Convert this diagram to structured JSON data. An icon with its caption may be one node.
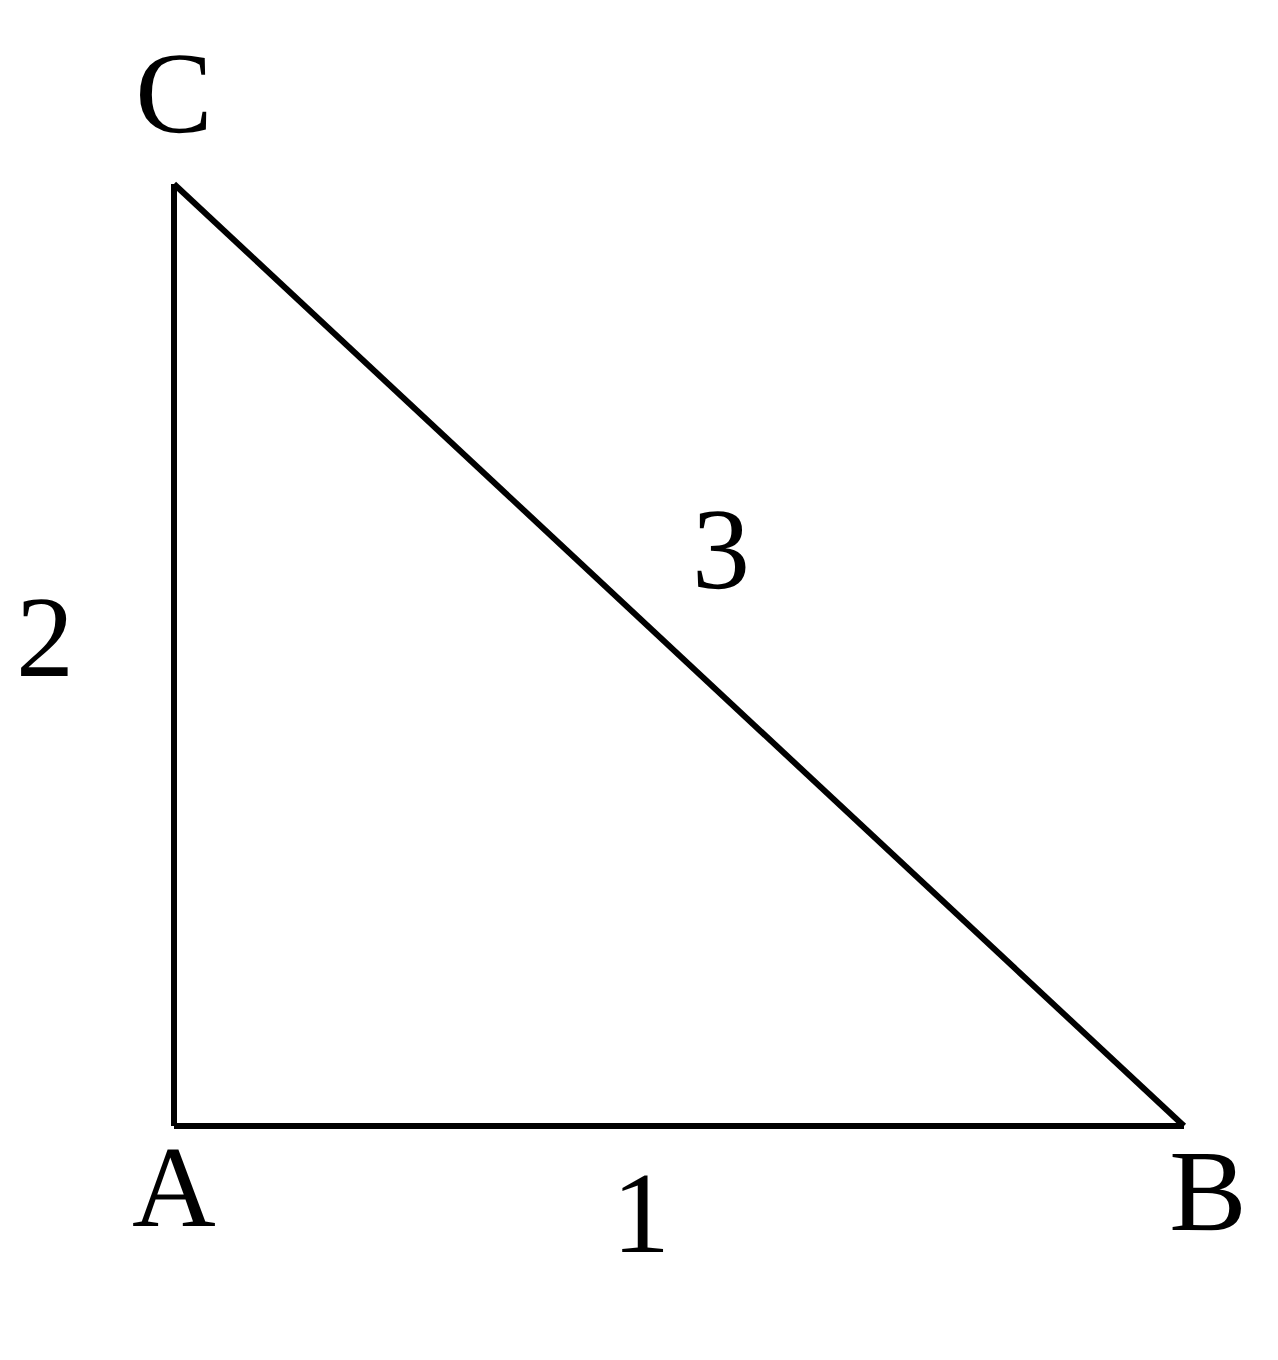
{
  "diagram": {
    "nodes": [
      {
        "text": [
          "A"
        ]
      },
      {
        "text": [
          "B"
        ]
      },
      {
        "text": [
          "C"
        ]
      }
    ],
    "edges": [
      {
        "from": 0,
        "to": 1,
        "arrow": "none",
        "label": "1"
      },
      {
        "from": 0,
        "to": 2,
        "arrow": "none",
        "label": "2"
      },
      {
        "from": 2,
        "to": 1,
        "arrow": "none",
        "label": "3"
      }
    ]
  }
}
